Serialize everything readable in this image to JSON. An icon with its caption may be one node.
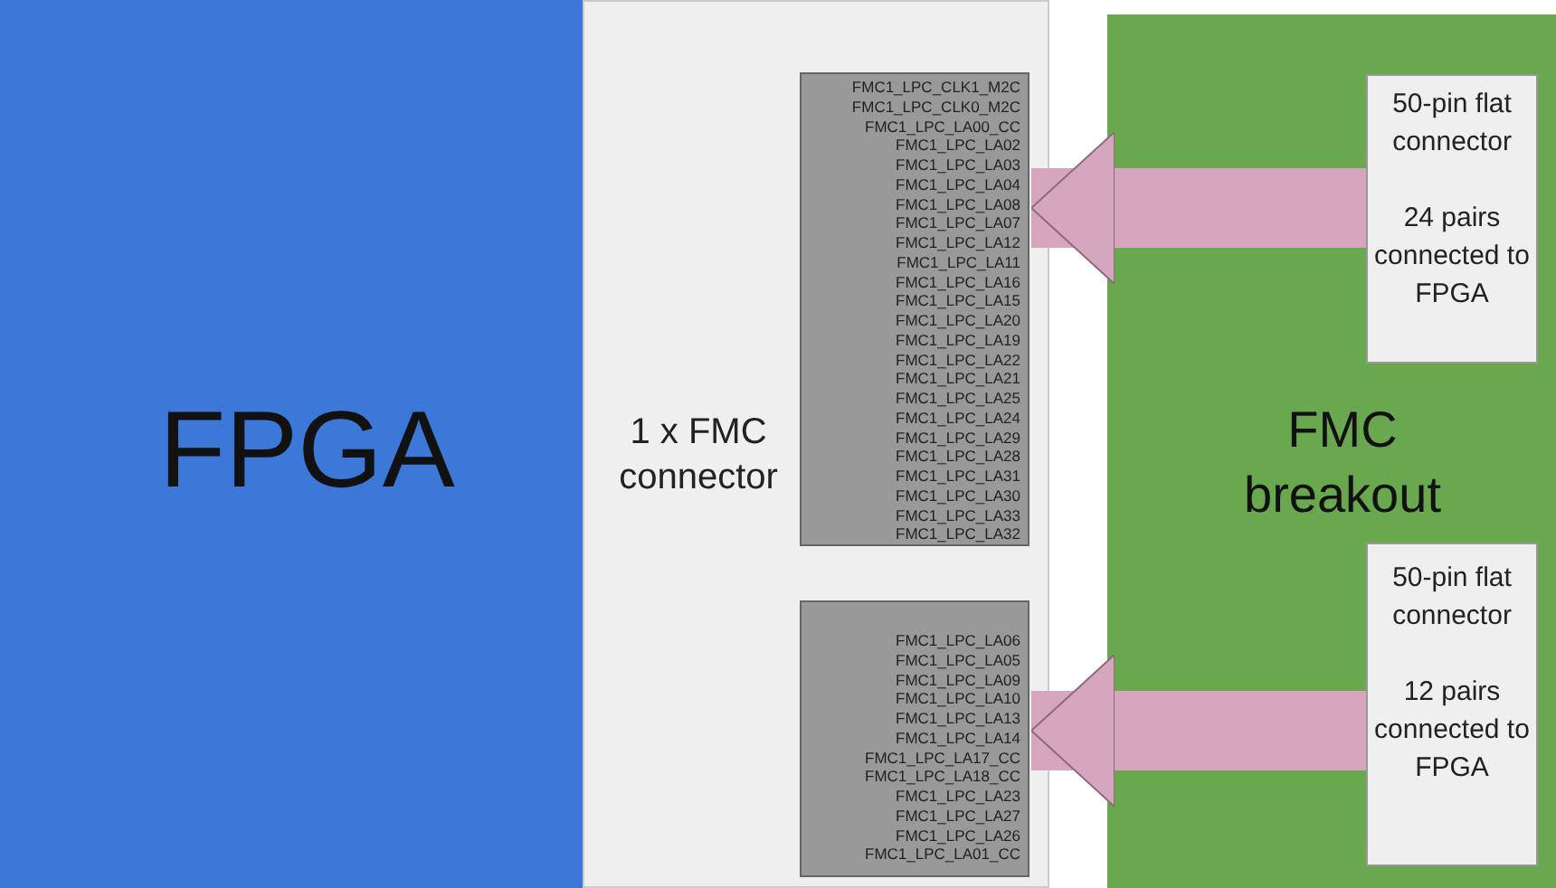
{
  "diagram": {
    "nodes": [
      {
        "text": [
          "FPGA"
        ]
      },
      {
        "text": [
          "1 x FMC connector"
        ]
      },
      {
        "text": [
          "FMC1_LPC_CLK1_M2C",
          "FMC1_LPC_CLK0_M2C",
          "FMC1_LPC_LA00_CC",
          "FMC1_LPC_LA02",
          "FMC1_LPC_LA03",
          "FMC1_LPC_LA04",
          "FMC1_LPC_LA08",
          "FMC1_LPC_LA07",
          "FMC1_LPC_LA12",
          "FMC1_LPC_LA11",
          "FMC1_LPC_LA16",
          "FMC1_LPC_LA15",
          "FMC1_LPC_LA20",
          "FMC1_LPC_LA19",
          "FMC1_LPC_LA22",
          "FMC1_LPC_LA21",
          "FMC1_LPC_LA25",
          "FMC1_LPC_LA24",
          "FMC1_LPC_LA29",
          "FMC1_LPC_LA28",
          "FMC1_LPC_LA31",
          "FMC1_LPC_LA30",
          "FMC1_LPC_LA33",
          "FMC1_LPC_LA32"
        ],
        "in": 1
      },
      {
        "text": [
          "FMC1_LPC_LA06",
          "FMC1_LPC_LA05",
          "FMC1_LPC_LA09",
          "FMC1_LPC_LA10",
          "FMC1_LPC_LA13",
          "FMC1_LPC_LA14",
          "FMC1_LPC_LA17_CC",
          "FMC1_LPC_LA18_CC",
          "FMC1_LPC_LA23",
          "FMC1_LPC_LA27",
          "FMC1_LPC_LA26",
          "FMC1_LPC_LA01_CC"
        ],
        "in": 1
      },
      {
        "text": [
          "FMC breakout"
        ]
      },
      {
        "text": [
          "50-pin flat connector",
          "24 pairs connected to FPGA"
        ],
        "in": 4
      },
      {
        "text": [
          "50-pin flat connector",
          "12 pairs connected to FPGA"
        ],
        "in": 4
      }
    ],
    "edges": [
      {
        "from": 5,
        "to": 2,
        "arrow": "to"
      },
      {
        "from": 6,
        "to": 3,
        "arrow": "to"
      }
    ]
  }
}
